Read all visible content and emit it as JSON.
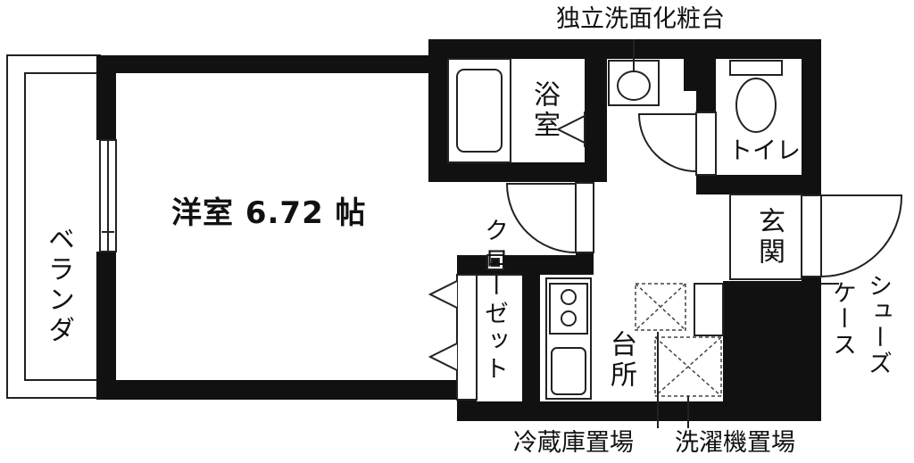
{
  "labels": {
    "western_room": "洋室 6.72 帖",
    "balcony": "ベランダ",
    "bath": "浴室",
    "vanity": "独立洗面化粧台",
    "toilet": "トイレ",
    "entrance": "玄関",
    "shoe_case": "シューズケース",
    "closet": "クローゼット",
    "kitchen": "台所",
    "fridge_space": "冷蔵庫置場",
    "washer_space": "洗濯機置場"
  }
}
